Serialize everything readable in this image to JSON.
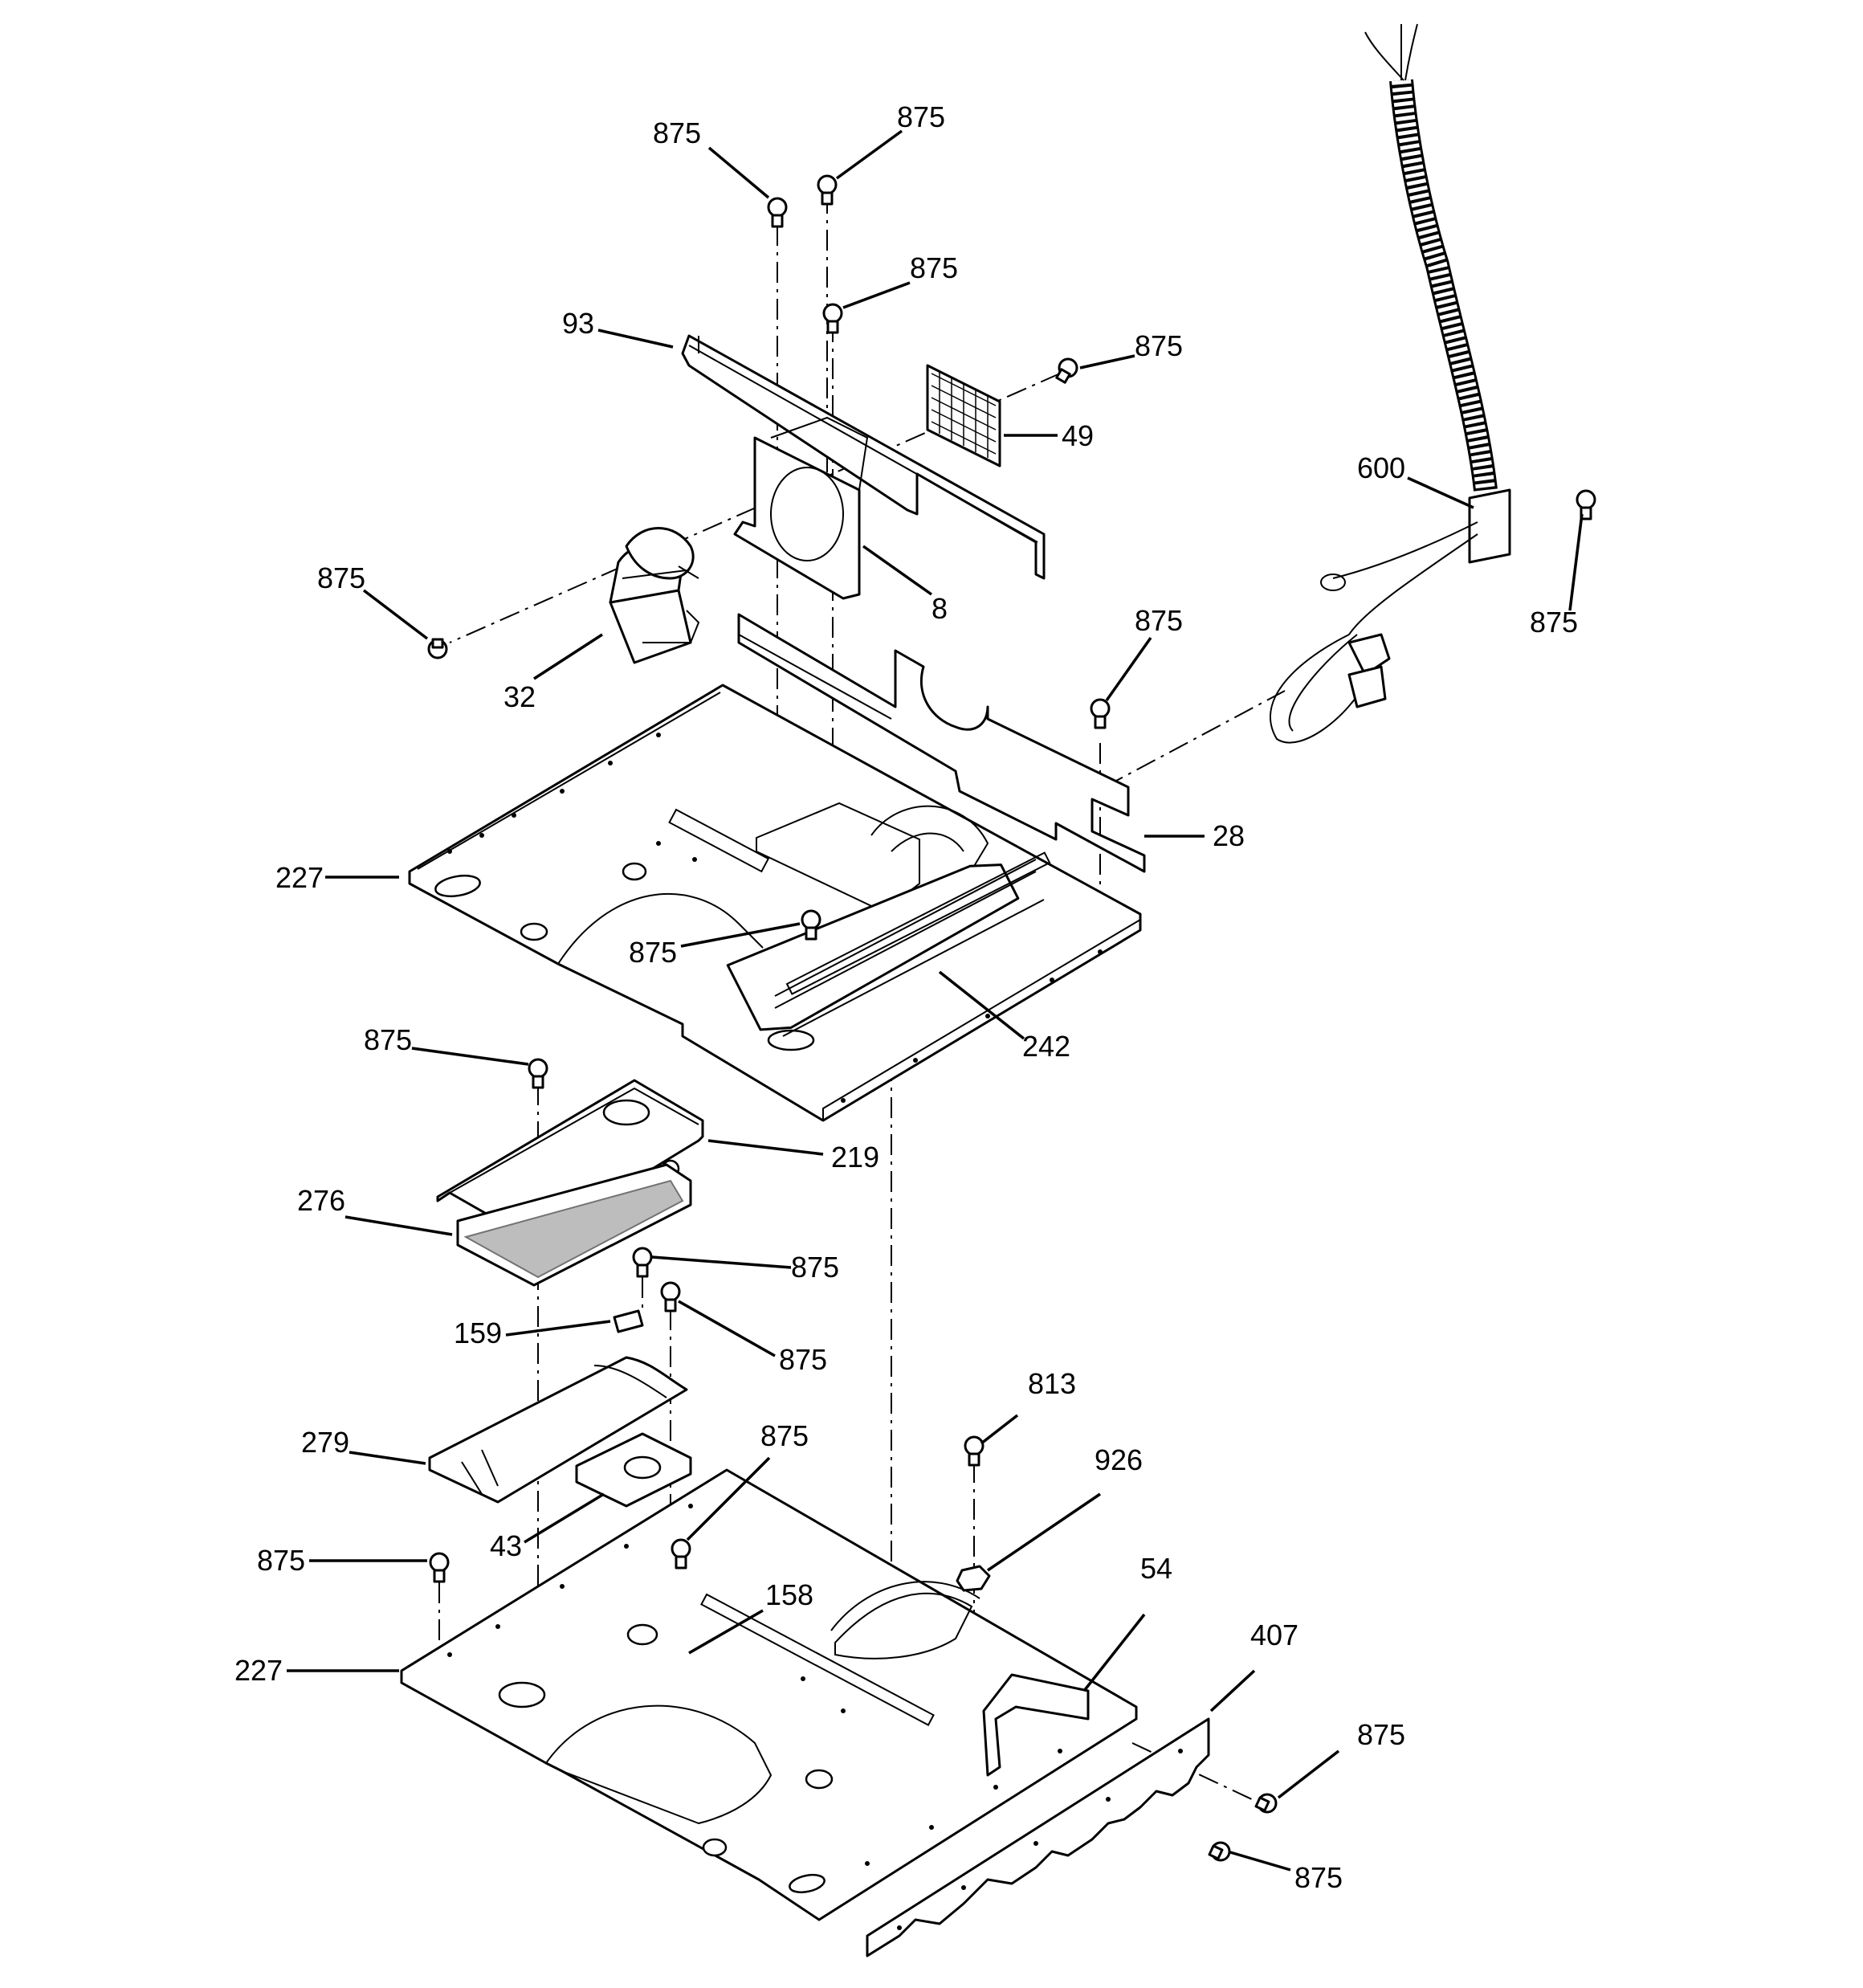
{
  "callouts": [
    {
      "id": "screw-top-left",
      "text": "875"
    },
    {
      "id": "screw-top-right",
      "text": "875"
    },
    {
      "id": "screw-upper-mid",
      "text": "875"
    },
    {
      "id": "bracket-93",
      "text": "93"
    },
    {
      "id": "screw-grille",
      "text": "875"
    },
    {
      "id": "grille-49",
      "text": "49"
    },
    {
      "id": "harness-600",
      "text": "600"
    },
    {
      "id": "screw-harness",
      "text": "875"
    },
    {
      "id": "screw-motor",
      "text": "875"
    },
    {
      "id": "shroud-8",
      "text": "8"
    },
    {
      "id": "motor-32",
      "text": "32"
    },
    {
      "id": "screw-panel-28",
      "text": "875"
    },
    {
      "id": "panel-28",
      "text": "28"
    },
    {
      "id": "base-upper-227",
      "text": "227"
    },
    {
      "id": "screw-channel",
      "text": "875"
    },
    {
      "id": "channel-242",
      "text": "242"
    },
    {
      "id": "screw-cover",
      "text": "875"
    },
    {
      "id": "cover-219",
      "text": "219"
    },
    {
      "id": "insulation-276",
      "text": "276"
    },
    {
      "id": "screw-clip-a",
      "text": "875"
    },
    {
      "id": "clip-159",
      "text": "159"
    },
    {
      "id": "screw-clip-b",
      "text": "875"
    },
    {
      "id": "duct-279",
      "text": "279"
    },
    {
      "id": "screw-813",
      "text": "813"
    },
    {
      "id": "plate-43",
      "text": "43"
    },
    {
      "id": "screw-base-lower",
      "text": "875"
    },
    {
      "id": "nut-926",
      "text": "926"
    },
    {
      "id": "screw-left-lower",
      "text": "875"
    },
    {
      "id": "clip-158",
      "text": "158"
    },
    {
      "id": "bracket-54",
      "text": "54"
    },
    {
      "id": "base-lower-227",
      "text": "227"
    },
    {
      "id": "rail-407",
      "text": "407"
    },
    {
      "id": "screw-rail-a",
      "text": "875"
    },
    {
      "id": "screw-rail-b",
      "text": "875"
    }
  ]
}
